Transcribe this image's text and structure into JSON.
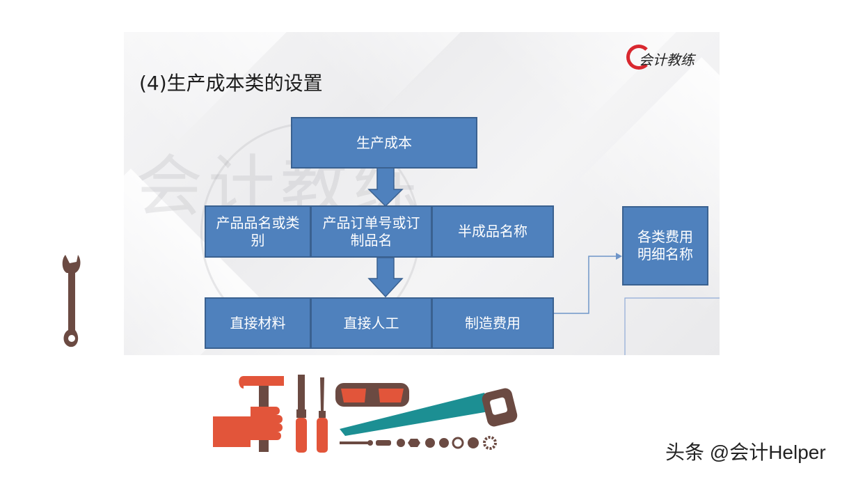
{
  "slide": {
    "title": "(4)生产成本类的设置",
    "logo_text": "会计教练"
  },
  "diagram": {
    "top": "生产成本",
    "level2": [
      "产品品名或类别",
      "产品订单号或订制品名",
      "半成品名称"
    ],
    "level3": [
      "直接材料",
      "直接人工",
      "制造费用"
    ],
    "side": "各类费用明细名称"
  },
  "colors": {
    "box_fill": "#4f81bd",
    "box_border": "#3a6190",
    "accent_red": "#e2553a",
    "accent_brown": "#6b4a42",
    "accent_teal": "#1c8f93"
  },
  "footer": {
    "text": "头条 @会计Helper"
  }
}
